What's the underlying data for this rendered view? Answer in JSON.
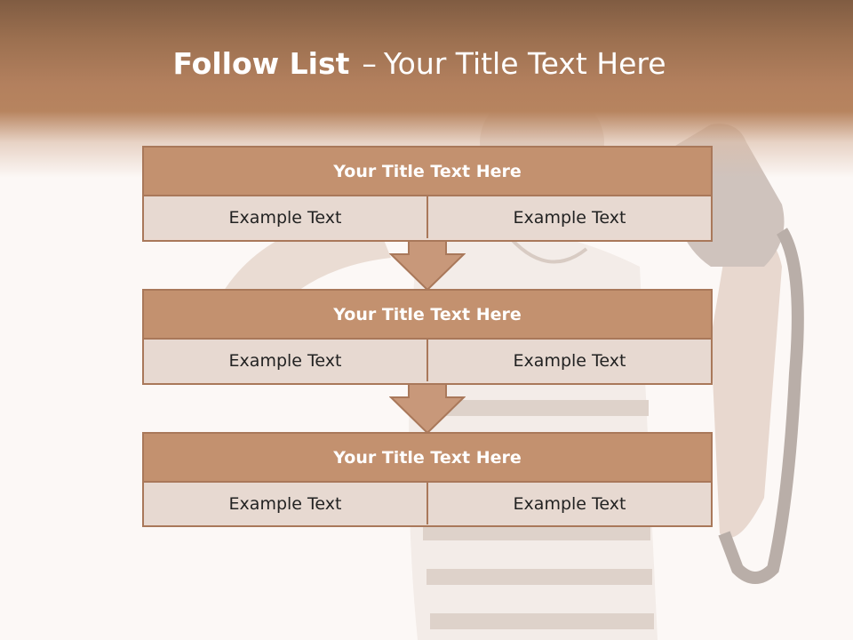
{
  "slide": {
    "title_bold": "Follow List",
    "title_dash": "–",
    "title_rest": "Your Title Text Here"
  },
  "blocks": [
    {
      "title": "Your Title Text Here",
      "left_text": "Example Text",
      "right_text": "Example Text"
    },
    {
      "title": "Your Title Text Here",
      "left_text": "Example Text",
      "right_text": "Example Text"
    },
    {
      "title": "Your Title Text Here",
      "left_text": "Example Text",
      "right_text": "Example Text"
    }
  ],
  "colors": {
    "header_brown": "#b3805e",
    "block_title_fill": "#c3916f",
    "block_cell_fill": "#e7d9d1",
    "block_border": "#a9785a",
    "arrow_fill": "#c8987a"
  },
  "icons": {
    "arrow": "down-arrow-icon"
  }
}
